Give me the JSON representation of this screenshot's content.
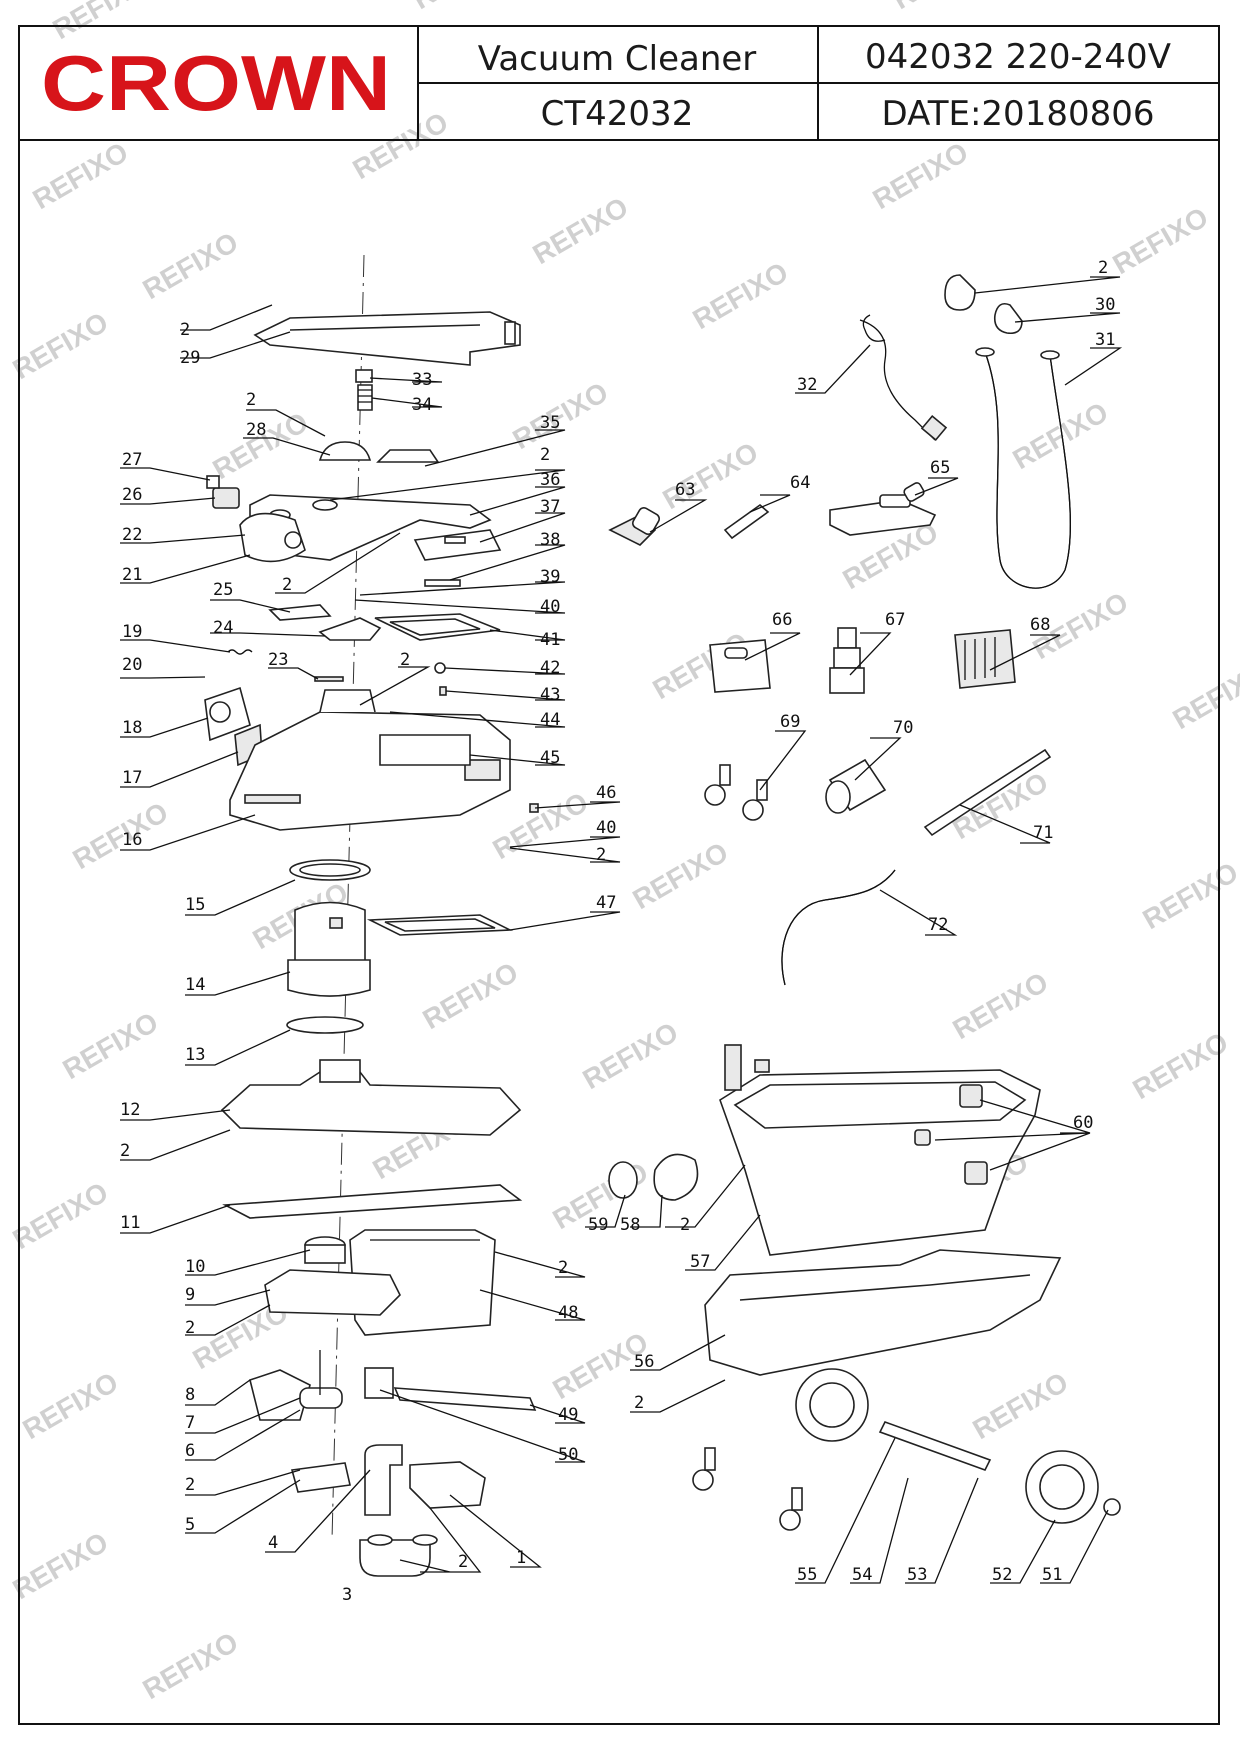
{
  "header": {
    "brand": "CROWN",
    "product": "Vacuum  Cleaner",
    "model": "CT42032",
    "spec": "042032  220-240V",
    "date": "DATE:20180806"
  },
  "watermark": "REFIXO",
  "callouts": [
    "2",
    "29",
    "33",
    "34",
    "28",
    "35",
    "27",
    "26",
    "22",
    "21",
    "36",
    "37",
    "38",
    "39",
    "40",
    "25",
    "24",
    "19",
    "20",
    "41",
    "23",
    "42",
    "43",
    "44",
    "18",
    "17",
    "45",
    "16",
    "46",
    "15",
    "47",
    "14",
    "13",
    "12",
    "11",
    "10",
    "9",
    "48",
    "8",
    "7",
    "6",
    "49",
    "50",
    "5",
    "4",
    "3",
    "1",
    "32",
    "30",
    "31",
    "63",
    "64",
    "65",
    "66",
    "67",
    "68",
    "69",
    "70",
    "71",
    "72",
    "60",
    "59",
    "58",
    "57",
    "56",
    "55",
    "54",
    "53",
    "52",
    "51"
  ],
  "colors": {
    "brand": "#d7141a",
    "line": "#222222",
    "watermark": "#d0d0d0"
  }
}
